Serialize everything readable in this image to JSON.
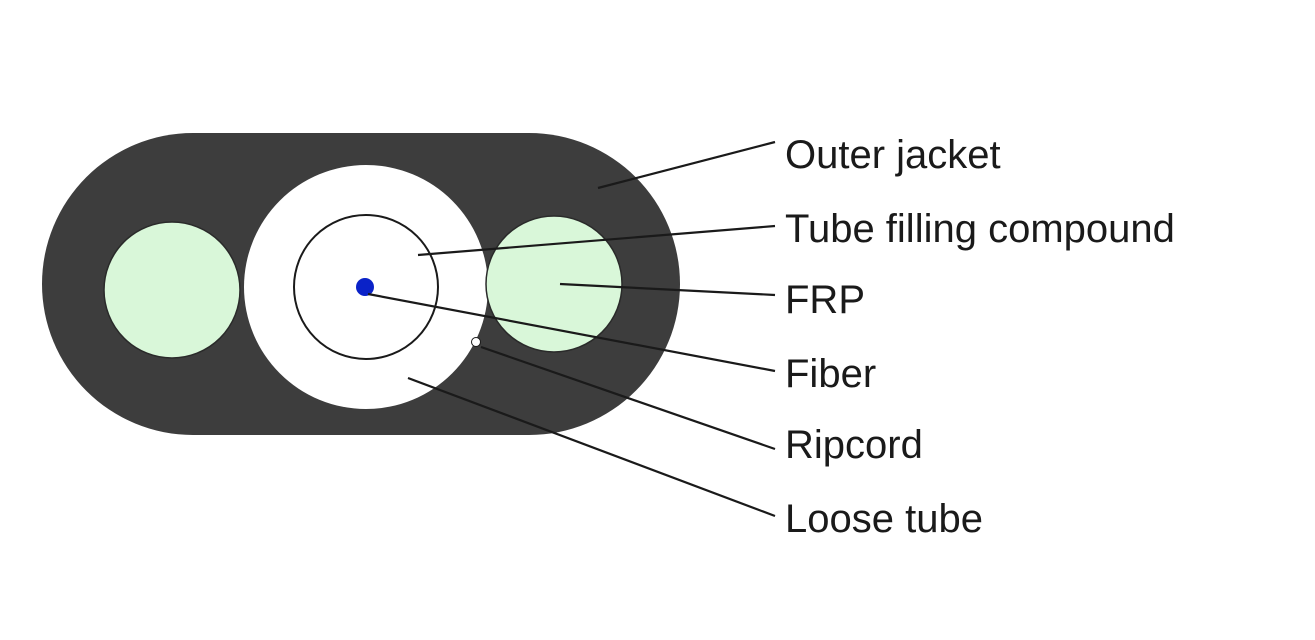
{
  "labels": {
    "outer_jacket": "Outer jacket",
    "tube_filling_compound": "Tube filling compound",
    "frp": "FRP",
    "fiber": "Fiber",
    "ripcord": "Ripcord",
    "loose_tube": "Loose tube"
  },
  "colors": {
    "jacket": "#3d3d3d",
    "frp": "#d9f7d9",
    "tube": "#ffffff",
    "fiber": "#0a22c8",
    "line": "#1a1a1a"
  }
}
